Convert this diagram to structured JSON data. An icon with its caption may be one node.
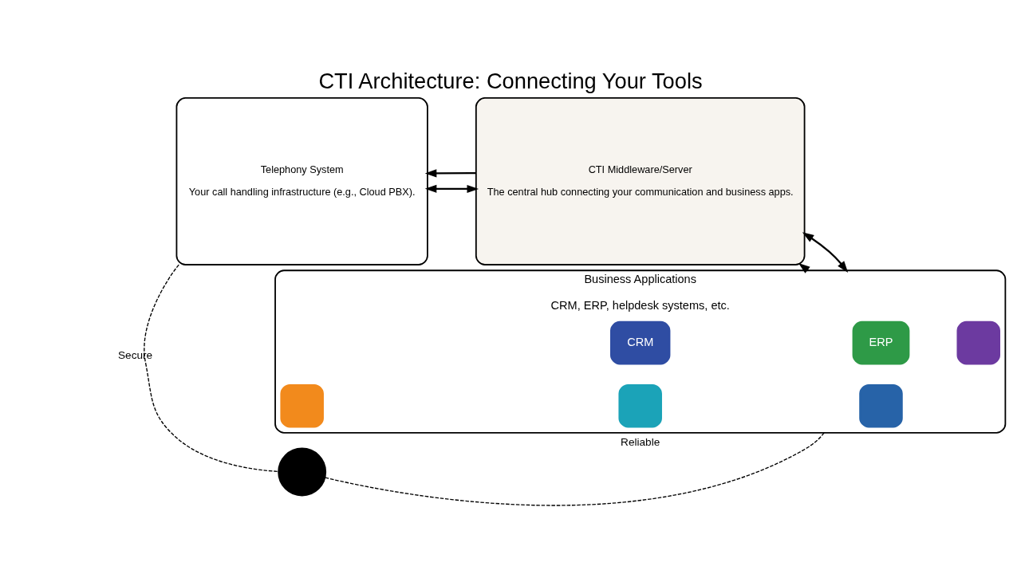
{
  "diagram": {
    "title": "CTI Architecture: Connecting Your Tools",
    "nodes": [
      {
        "text": [
          "Telephony System",
          "Your call handling infrastructure (e.g., Cloud PBX)."
        ]
      },
      {
        "text": [
          "CTI Middleware/Server",
          "The central hub connecting your communication and business apps."
        ]
      },
      {
        "text": [
          "Business Applications",
          "CRM, ERP, helpdesk systems, etc."
        ]
      },
      {
        "text": [
          "CRM"
        ],
        "in": 2
      },
      {
        "text": [
          "ERP"
        ],
        "in": 2
      },
      {
        "text": [],
        "shape": "box",
        "in": 2
      },
      {
        "text": [],
        "shape": "box",
        "in": 2
      },
      {
        "text": [],
        "shape": "box",
        "in": 2
      },
      {
        "text": [],
        "shape": "box",
        "in": 2
      },
      {
        "text": [],
        "shape": "circle"
      }
    ],
    "edges": [
      {
        "from": 0,
        "to": 1,
        "arrow": "both"
      },
      {
        "from": 1,
        "to": 0,
        "arrow": "to"
      },
      {
        "from": 1,
        "to": 2,
        "arrow": "both"
      },
      {
        "from": 2,
        "to": 1,
        "arrow": "to"
      },
      {
        "from": 0,
        "to": 9,
        "arrow": "none",
        "style": "dashed",
        "label": "Secure"
      },
      {
        "from": 2,
        "to": 9,
        "arrow": "none",
        "style": "dashed",
        "label": "Reliable"
      }
    ]
  }
}
